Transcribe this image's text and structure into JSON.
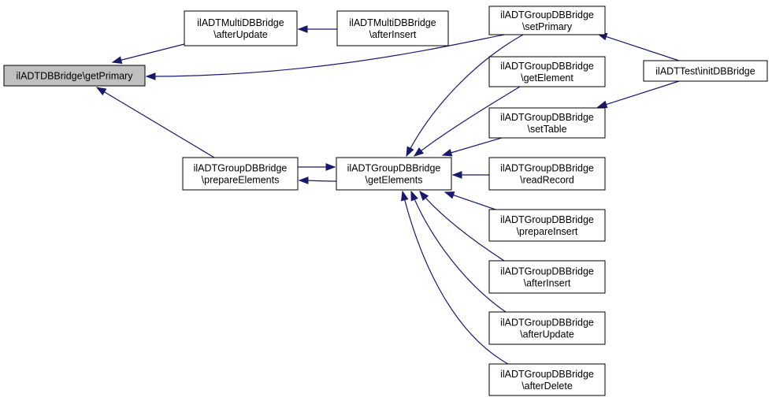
{
  "diagram": {
    "type": "call-graph",
    "colors": {
      "edge": "#191970",
      "root_fill": "#bfbfbf",
      "node_fill": "#ffffff",
      "border": "#000000"
    },
    "nodes": {
      "root": {
        "lines": [
          "ilADTDBBridge\\getPrimary"
        ]
      },
      "mdbAfterUpd": {
        "lines": [
          "ilADTMultiDBBridge",
          "\\afterUpdate"
        ]
      },
      "mdbAfterIns": {
        "lines": [
          "ilADTMultiDBBridge",
          "\\afterInsert"
        ]
      },
      "gPrepElems": {
        "lines": [
          "ilADTGroupDBBridge",
          "\\prepareElements"
        ]
      },
      "gGetElems": {
        "lines": [
          "ilADTGroupDBBridge",
          "\\getElements"
        ]
      },
      "gSetPrimary": {
        "lines": [
          "ilADTGroupDBBridge",
          "\\setPrimary"
        ]
      },
      "gGetElement": {
        "lines": [
          "ilADTGroupDBBridge",
          "\\getElement"
        ]
      },
      "gSetTable": {
        "lines": [
          "ilADTGroupDBBridge",
          "\\setTable"
        ]
      },
      "gReadRecord": {
        "lines": [
          "ilADTGroupDBBridge",
          "\\readRecord"
        ]
      },
      "gPrepInsert": {
        "lines": [
          "ilADTGroupDBBridge",
          "\\prepareInsert"
        ]
      },
      "gAfterIns": {
        "lines": [
          "ilADTGroupDBBridge",
          "\\afterInsert"
        ]
      },
      "gAfterUpd": {
        "lines": [
          "ilADTGroupDBBridge",
          "\\afterUpdate"
        ]
      },
      "gAfterDel": {
        "lines": [
          "ilADTGroupDBBridge",
          "\\afterDelete"
        ]
      },
      "testInit": {
        "lines": [
          "ilADTTest\\initDBBridge"
        ]
      }
    },
    "edges": [
      {
        "from": "mdbAfterUpd",
        "to": "root"
      },
      {
        "from": "gSetPrimary",
        "to": "root"
      },
      {
        "from": "gPrepElems",
        "to": "root"
      },
      {
        "from": "mdbAfterIns",
        "to": "mdbAfterUpd"
      },
      {
        "from": "gGetElems",
        "to": "gPrepElems"
      },
      {
        "from": "gPrepElems",
        "to": "gGetElems"
      },
      {
        "from": "gSetPrimary",
        "to": "gGetElems"
      },
      {
        "from": "gGetElement",
        "to": "gGetElems"
      },
      {
        "from": "gSetTable",
        "to": "gGetElems"
      },
      {
        "from": "gReadRecord",
        "to": "gGetElems"
      },
      {
        "from": "gPrepInsert",
        "to": "gGetElems"
      },
      {
        "from": "gAfterIns",
        "to": "gGetElems"
      },
      {
        "from": "gAfterUpd",
        "to": "gGetElems"
      },
      {
        "from": "gAfterDel",
        "to": "gGetElems"
      },
      {
        "from": "testInit",
        "to": "gSetPrimary"
      },
      {
        "from": "testInit",
        "to": "gSetTable"
      }
    ]
  }
}
